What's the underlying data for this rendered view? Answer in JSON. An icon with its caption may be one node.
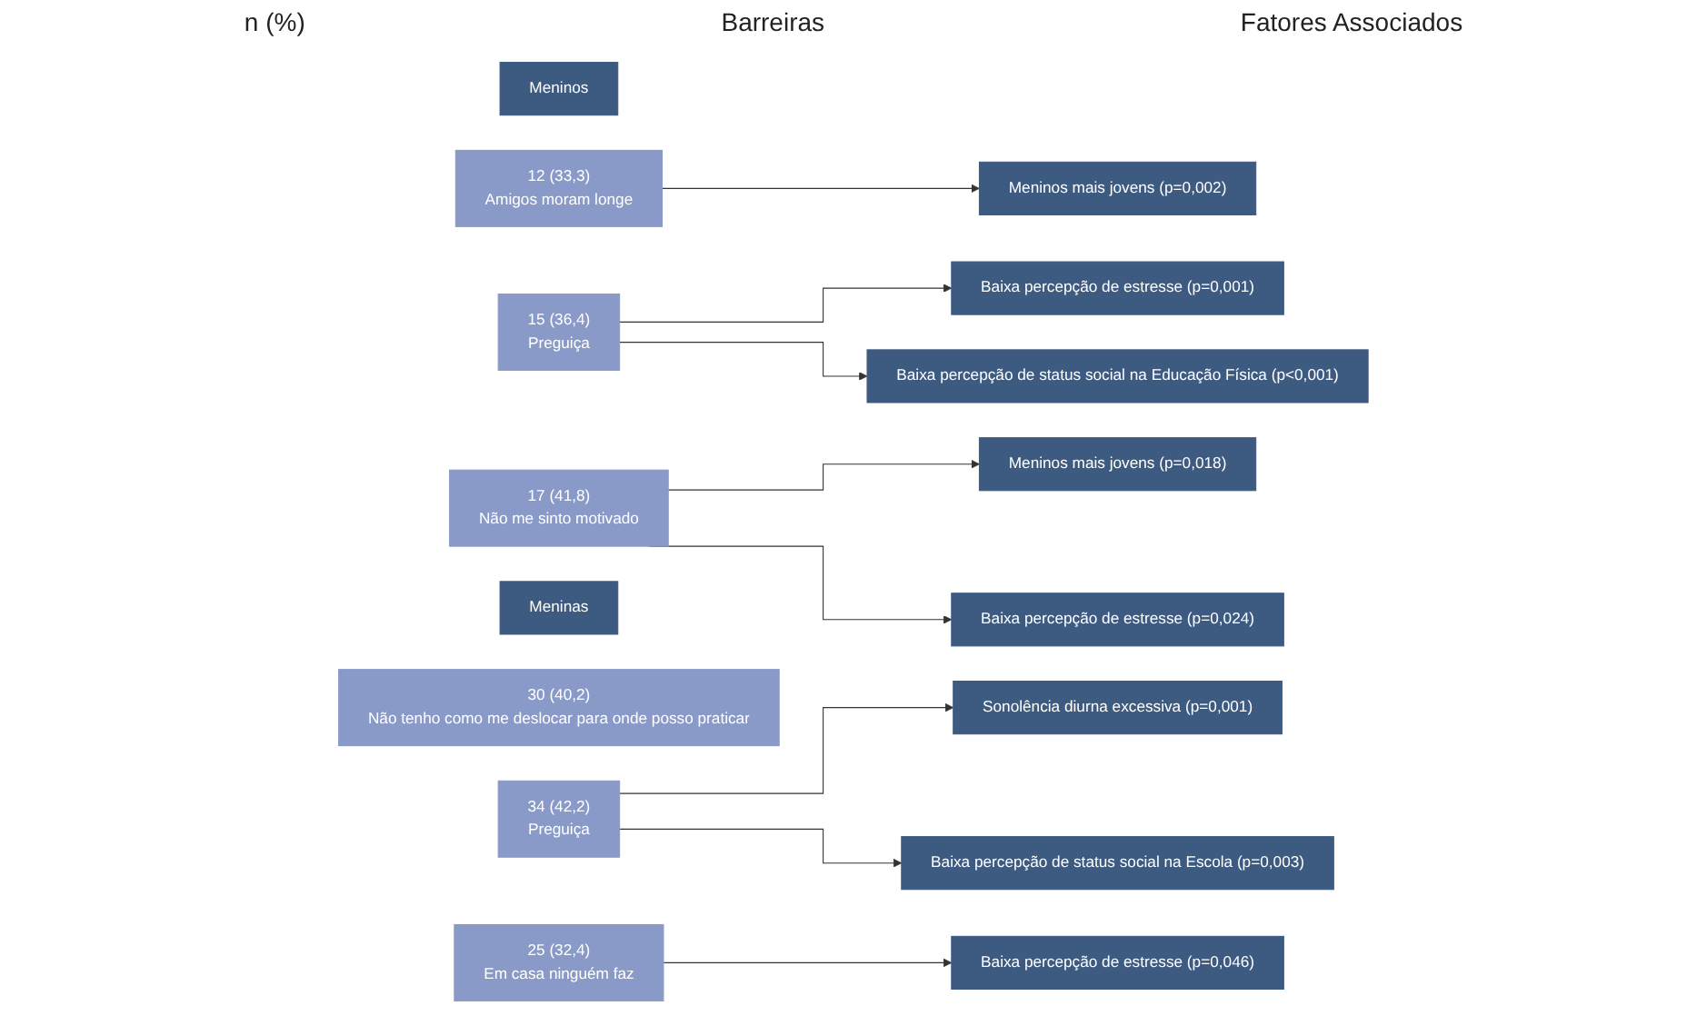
{
  "diagram": {
    "nodes": [
      {
        "text": [
          "Meninos"
        ]
      },
      {
        "text": [
          "12 (33,3)",
          "Amigos moram longe"
        ]
      },
      {
        "text": [
          "Meninos mais jovens (p=0,002)"
        ]
      },
      {
        "text": [
          "15 (36,4)",
          "Preguiça"
        ]
      },
      {
        "text": [
          "Baixa percepção de estresse (p=0,001)"
        ]
      },
      {
        "text": [
          "Baixa percepção de status social na Educação Física (p<0,001)"
        ]
      },
      {
        "text": [
          "17 (41,8)",
          "Não me sinto motivado"
        ]
      },
      {
        "text": [
          "Meninos mais jovens (p=0,018)"
        ]
      },
      {
        "text": [
          "Baixa percepção de estresse (p=0,024)"
        ]
      },
      {
        "text": [
          "Meninas"
        ]
      },
      {
        "text": [
          "30 (40,2)",
          "Não tenho como me deslocar para onde posso praticar"
        ]
      },
      {
        "text": [
          "34 (42,2)",
          "Preguiça"
        ]
      },
      {
        "text": [
          "Sonolência diurna excessiva (p=0,001)"
        ]
      },
      {
        "text": [
          "Baixa percepção de status social na Escola (p=0,003)"
        ]
      },
      {
        "text": [
          "25 (32,4)",
          "Em casa ninguém faz"
        ]
      },
      {
        "text": [
          "Baixa percepção de estresse (p=0,046)"
        ]
      }
    ],
    "edges": [
      {
        "from": 1,
        "to": 2,
        "arrow": "to"
      },
      {
        "from": 3,
        "to": 4,
        "arrow": "to"
      },
      {
        "from": 3,
        "to": 5,
        "arrow": "to"
      },
      {
        "from": 6,
        "to": 7,
        "arrow": "to"
      },
      {
        "from": 6,
        "to": 8,
        "arrow": "to"
      },
      {
        "from": 11,
        "to": 12,
        "arrow": "to"
      },
      {
        "from": 11,
        "to": 13,
        "arrow": "to"
      },
      {
        "from": 14,
        "to": 15,
        "arrow": "to"
      }
    ],
    "labels": [
      "n (%)",
      "Barreiras",
      "Fatores Associados"
    ]
  }
}
